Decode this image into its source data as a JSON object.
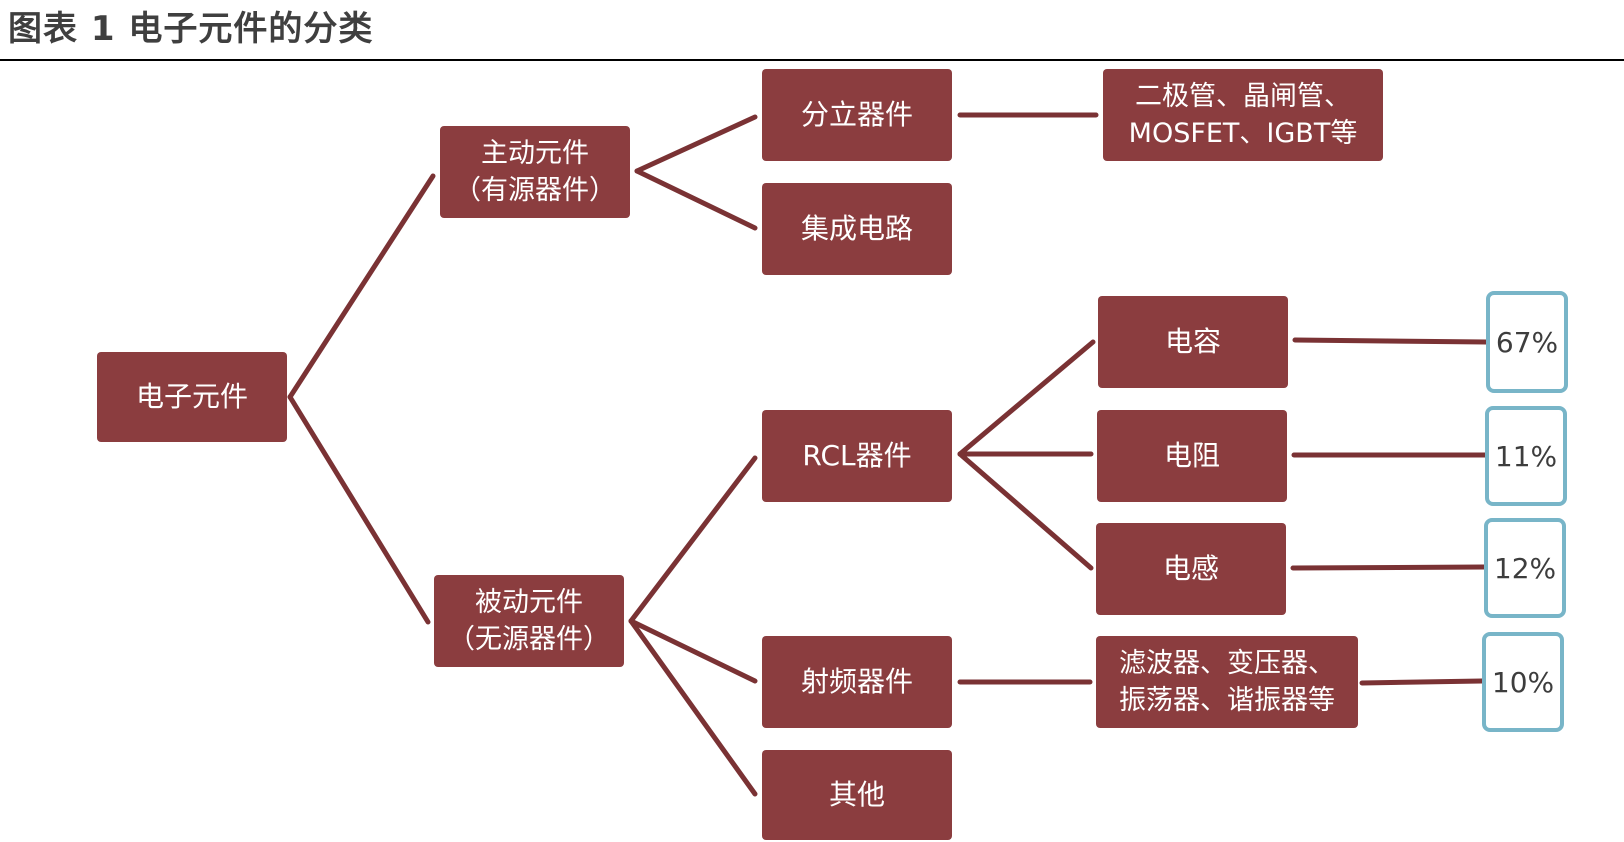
{
  "title": "图表 1 电子元件的分类",
  "nodes": {
    "root": "电子元件",
    "active": [
      "主动元件",
      "（有源器件）"
    ],
    "passive": [
      "被动元件",
      "（无源器件）"
    ],
    "discrete": "分立器件",
    "ic": "集成电路",
    "discrete_examples": [
      "二极管、晶闸管、",
      "MOSFET、IGBT等"
    ],
    "rcl": "RCL器件",
    "rf": "射频器件",
    "other": "其他",
    "capacitor": "电容",
    "resistor": "电阻",
    "inductor": "电感",
    "rf_examples": [
      "滤波器、变压器、",
      "振荡器、谐振器等"
    ]
  },
  "shares": {
    "capacitor": "67%",
    "resistor": "11%",
    "inductor": "12%",
    "rf": "10%"
  },
  "colors": {
    "node_fill": "#8b3d3f",
    "connector": "#7a3234",
    "share_border": "#78b5c8",
    "title_text": "#3f3f3f"
  }
}
